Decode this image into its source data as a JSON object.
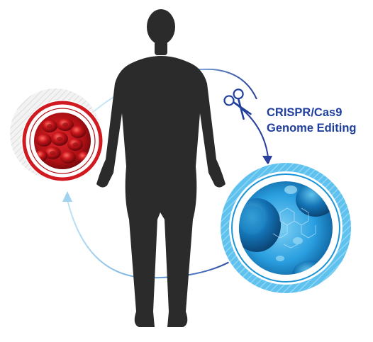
{
  "label": {
    "line1": "CRISPR/Cas9",
    "line2": "Genome Editing"
  },
  "colors": {
    "silhouette": "#2b2b2b",
    "arrow_light": "#9fd3ef",
    "arrow_dark": "#2a3f9e",
    "blood_red": "#c0141a",
    "blood_dark": "#7a0a0e",
    "cell_blue": "#2aa7e6",
    "cell_deep": "#0e5f9c",
    "text_blue": "#1f3f9c"
  },
  "icons": {
    "scissors": "scissors-icon",
    "body": "human-silhouette",
    "blood": "red-blood-cells-image",
    "cells": "stem-cells-image"
  }
}
